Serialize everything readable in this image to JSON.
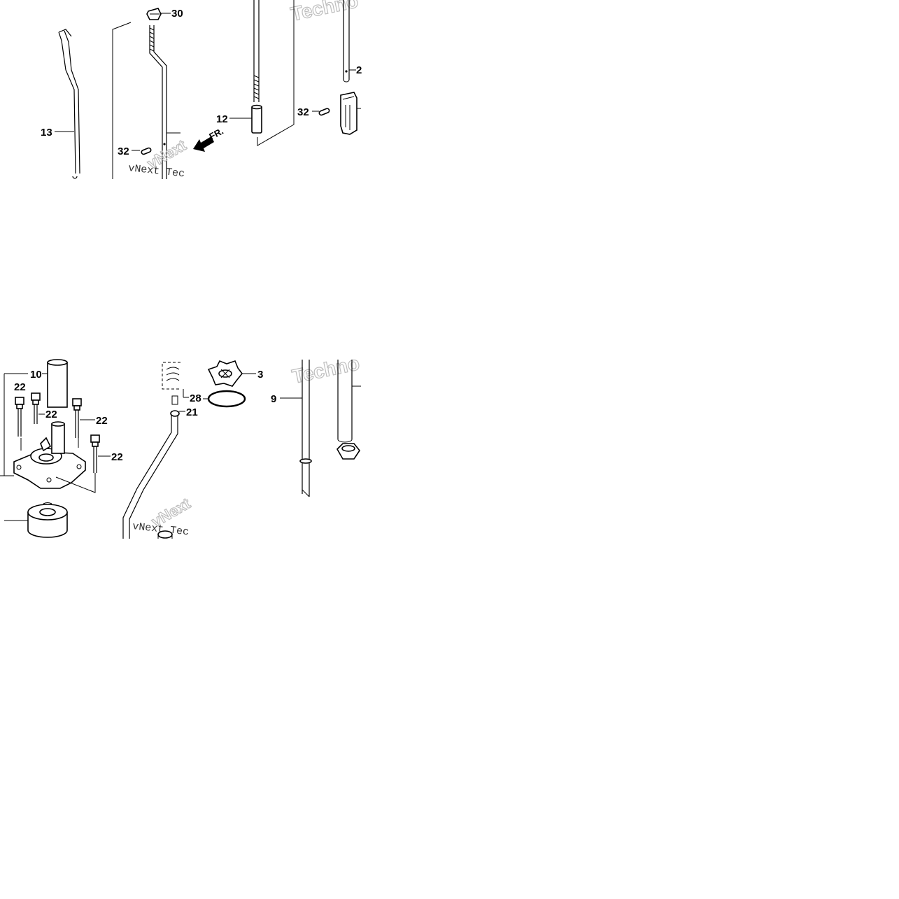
{
  "diagram": {
    "arrow_label": "FR.",
    "watermarks": {
      "techno": "Techno",
      "vnext": "vNext",
      "vnext_tech": "vNext Tec"
    },
    "callouts": {
      "p30": "30",
      "p13": "13",
      "p32a": "32",
      "p12": "12",
      "p32b": "32",
      "p2": "2",
      "p10": "10",
      "p22a": "22",
      "p22b": "22",
      "p22c": "22",
      "p22d": "22",
      "p28": "28",
      "p21": "21",
      "p3": "3",
      "p9": "9"
    },
    "colors": {
      "ink": "#000000",
      "watermark": "#bdbdbd",
      "paper": "#ffffff"
    }
  }
}
